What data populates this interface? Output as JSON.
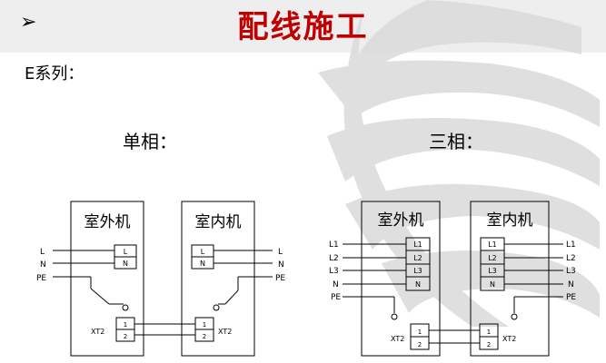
{
  "header": {
    "bullet": "➢",
    "title": "配线施工"
  },
  "series_heading": "E系列：",
  "single_phase": {
    "heading": "单相：",
    "outdoor_label": "室外机",
    "indoor_label": "室内机",
    "left_wires": [
      "L",
      "N",
      "PE"
    ],
    "right_wires": [
      "L",
      "N",
      "PE"
    ],
    "outdoor_terminals": [
      "L",
      "N"
    ],
    "indoor_terminals": [
      "L",
      "N"
    ],
    "outdoor_xt_label": "XT2",
    "indoor_xt_label": "XT2",
    "xt_terminals": [
      "1",
      "2"
    ]
  },
  "three_phase": {
    "heading": "三相：",
    "outdoor_label": "室外机",
    "indoor_label": "室内机",
    "left_wires": [
      "L1",
      "L2",
      "L3",
      "N",
      "PE"
    ],
    "right_wires": [
      "L1",
      "L2",
      "L3",
      "N",
      "PE"
    ],
    "outdoor_terminals": [
      "L1",
      "L2",
      "L3",
      "N"
    ],
    "indoor_terminals": [
      "L1",
      "L2",
      "L3",
      "N"
    ],
    "outdoor_xt_label": "XT2",
    "indoor_xt_label": "XT2",
    "xt_terminals": [
      "1",
      "2"
    ]
  },
  "colors": {
    "title": "#c00000",
    "watermark": "#d9d9d9",
    "header_band": "#eeeeee"
  }
}
